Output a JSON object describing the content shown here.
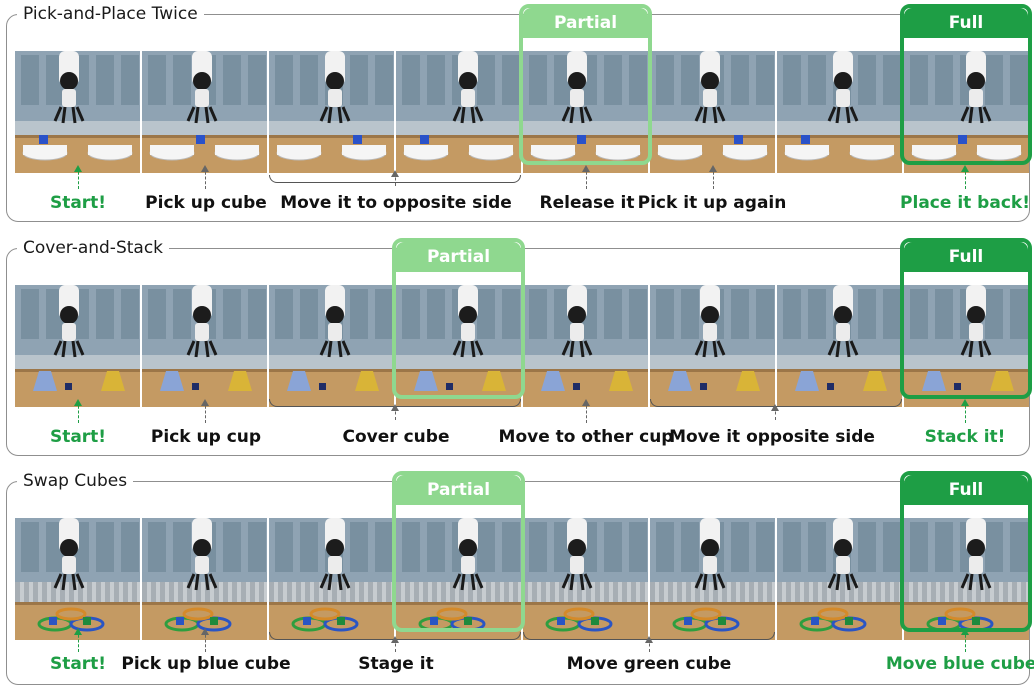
{
  "panels": [
    {
      "title": "Pick-and-Place Twice",
      "labels": [
        "Start!",
        "Pick up cube",
        "Move it to opposite side",
        "Release it",
        "Pick it up again",
        "Place it back!"
      ],
      "partial_label": "Partial",
      "full_label": "Full"
    },
    {
      "title": "Cover-and-Stack",
      "labels": [
        "Start!",
        "Pick up cup",
        "Cover cube",
        "Move to other cup",
        "Move it opposite side",
        "Stack it!"
      ],
      "partial_label": "Partial",
      "full_label": "Full"
    },
    {
      "title": "Swap Cubes",
      "labels": [
        "Start!",
        "Pick up blue cube",
        "Stage it",
        "Move green cube",
        "Move blue cube!"
      ],
      "partial_label": "Partial",
      "full_label": "Full"
    }
  ],
  "colors": {
    "partial": "#8fd88f",
    "full": "#1e9e45",
    "start_end_label": "#1e9e45"
  }
}
